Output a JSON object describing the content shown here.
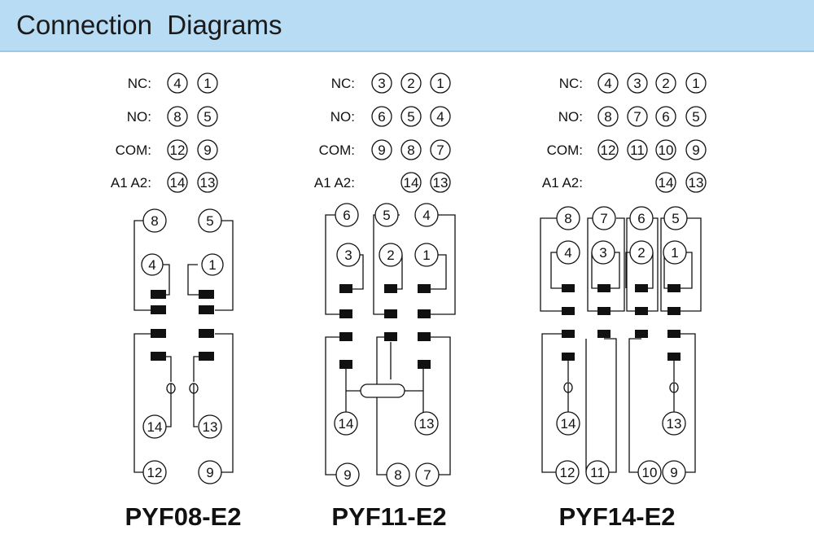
{
  "header": {
    "title": "Connection  Diagrams"
  },
  "labels": {
    "nc": "NC:",
    "no": "NO:",
    "com": "COM:",
    "coil": "A1 A2:"
  },
  "relays": [
    {
      "model": "PYF08-E2",
      "nc": [
        "4",
        "1"
      ],
      "no": [
        "8",
        "5"
      ],
      "com": [
        "12",
        "9"
      ],
      "coil": [
        "14",
        "13"
      ]
    },
    {
      "model": "PYF11-E2",
      "nc": [
        "3",
        "2",
        "1"
      ],
      "no": [
        "6",
        "5",
        "4"
      ],
      "com": [
        "9",
        "8",
        "7"
      ],
      "coil": [
        "14",
        "13"
      ]
    },
    {
      "model": "PYF14-E2",
      "nc": [
        "4",
        "3",
        "2",
        "1"
      ],
      "no": [
        "8",
        "7",
        "6",
        "5"
      ],
      "com": [
        "12",
        "11",
        "10",
        "9"
      ],
      "coil": [
        "14",
        "13"
      ]
    }
  ]
}
